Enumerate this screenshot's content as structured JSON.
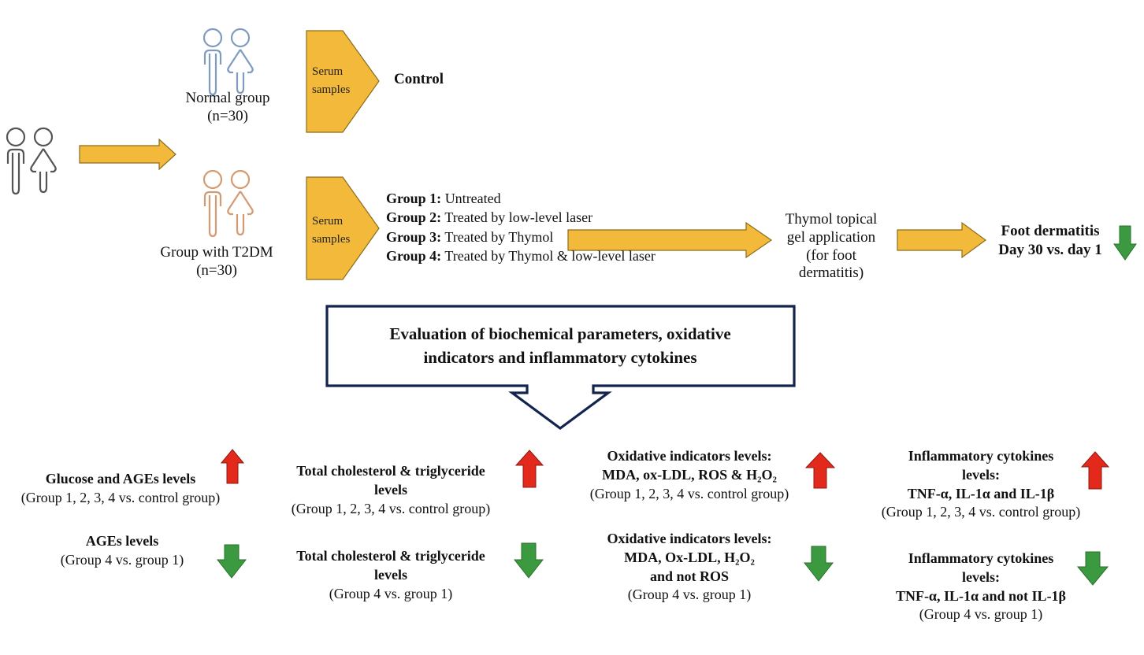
{
  "colors": {
    "arrow_fill": "#f2b93b",
    "arrow_stroke": "#8a6d1e",
    "up_arrow": "#e3281c",
    "down_arrow": "#3b9a3f",
    "eval_box_stroke": "#13254f",
    "normal_icon": "#7f9bbf",
    "t2dm_icon": "#d49a72",
    "population_icon": "#555555"
  },
  "population": {
    "icon": "people-icon"
  },
  "normal_group": {
    "label": "Normal group",
    "n": "(n=30)",
    "serum_line1": "Serum",
    "serum_line2": "samples",
    "outcome": "Control"
  },
  "t2dm_group": {
    "label": "Group with  T2DM",
    "n": "(n=30)",
    "serum_line1": "Serum",
    "serum_line2": "samples",
    "groups": [
      {
        "name": "Group 1:",
        "desc": " Untreated"
      },
      {
        "name": "Group 2:",
        "desc": " Treated by low-level  laser"
      },
      {
        "name": "Group 3:",
        "desc": " Treated by Thymol"
      },
      {
        "name": "Group 4:",
        "desc": " Treated by Thymol & low-level  laser"
      }
    ]
  },
  "thymol": {
    "lines": [
      "Thymol topical",
      "gel application",
      "(for foot",
      "dermatitis)"
    ]
  },
  "foot": {
    "line1": "Foot dermatitis",
    "line2": "Day 30 vs. day 1",
    "trend": "down"
  },
  "evaluation": {
    "line1": "Evaluation  of biochemical  parameters,  oxidative",
    "line2": "indicators  and inflammatory  cytokines"
  },
  "results": {
    "glucose_up": {
      "title": "Glucose and AGEs levels",
      "comparison": "(Group 1, 2, 3, 4 vs. control group)",
      "trend": "up"
    },
    "ages_down": {
      "title": "AGEs levels",
      "comparison": "(Group 4 vs. group 1)",
      "trend": "down"
    },
    "lipid_up": {
      "title_line1": "Total cholesterol & triglyceride",
      "title_line2": "levels",
      "comparison": "(Group 1, 2, 3, 4 vs. control group)",
      "trend": "up"
    },
    "lipid_down": {
      "title_line1": "Total cholesterol & triglyceride",
      "title_line2": "levels",
      "comparison": "(Group 4 vs. group 1)",
      "trend": "down"
    },
    "oxidative_up": {
      "title_line1": "Oxidative indicators levels:",
      "title_line2": "MDA, ox-LDL, ROS & H₂O₂",
      "comparison": "(Group 1, 2, 3, 4 vs. control group)",
      "trend": "up"
    },
    "oxidative_down": {
      "title_line1": "Oxidative indicators levels:",
      "title_line2": "MDA, Ox-LDL, H₂O₂",
      "title_line3": "and not ROS",
      "comparison": "(Group 4 vs. group 1)",
      "trend": "down"
    },
    "cytokines_up": {
      "title_line1": "Inflammatory cytokines",
      "title_line2": "levels:",
      "title_line3": "TNF-α, IL-1α and IL-1β",
      "comparison": "(Group 1, 2, 3, 4 vs. control group)",
      "trend": "up"
    },
    "cytokines_down": {
      "title_line1": "Inflammatory cytokines",
      "title_line2": "levels:",
      "title_line3": "TNF-α, IL-1α and not IL-1β",
      "comparison": "(Group 4 vs. group 1)",
      "trend": "down"
    }
  }
}
